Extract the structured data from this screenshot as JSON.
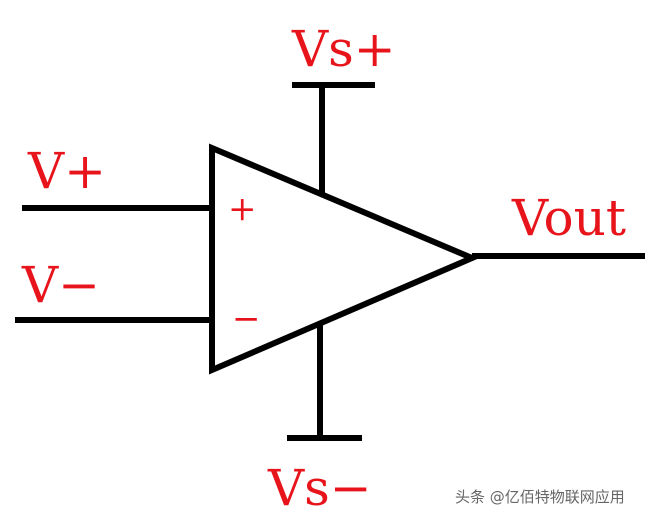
{
  "diagram": {
    "title_labels": {
      "supply_positive": "Vs+",
      "supply_negative": "Vs−",
      "input_positive": "V+",
      "input_negative": "V−",
      "output": "Vout",
      "plus_sign": "+",
      "minus_sign": "−"
    },
    "label_color": "#e8141b",
    "line_color": "#000000"
  },
  "watermark": "头条 @亿佰特物联网应用"
}
